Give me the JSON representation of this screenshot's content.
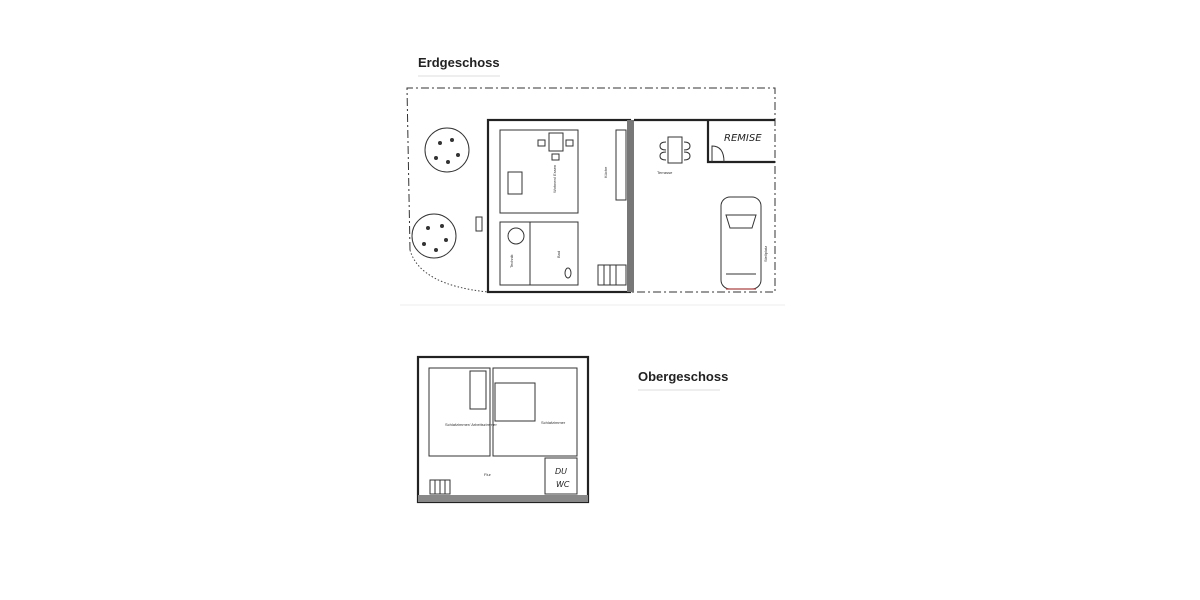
{
  "ground_floor": {
    "title": "Erdgeschoss",
    "rooms": {
      "living": "Wohnen/ Essen",
      "kitchen": "Küche",
      "bath": "Bad",
      "utility": "Technik",
      "terrace": "Terrasse",
      "parking": "Stellplatz",
      "shed": "REMISE"
    }
  },
  "upper_floor": {
    "title": "Obergeschoss",
    "rooms": {
      "bedroom_office": "Schlafzimmer/ Arbeitszimmer",
      "bedroom": "Schlafzimmer",
      "hall": "Flur",
      "shower_wc_line1": "DU",
      "shower_wc_line2": "WC"
    }
  }
}
